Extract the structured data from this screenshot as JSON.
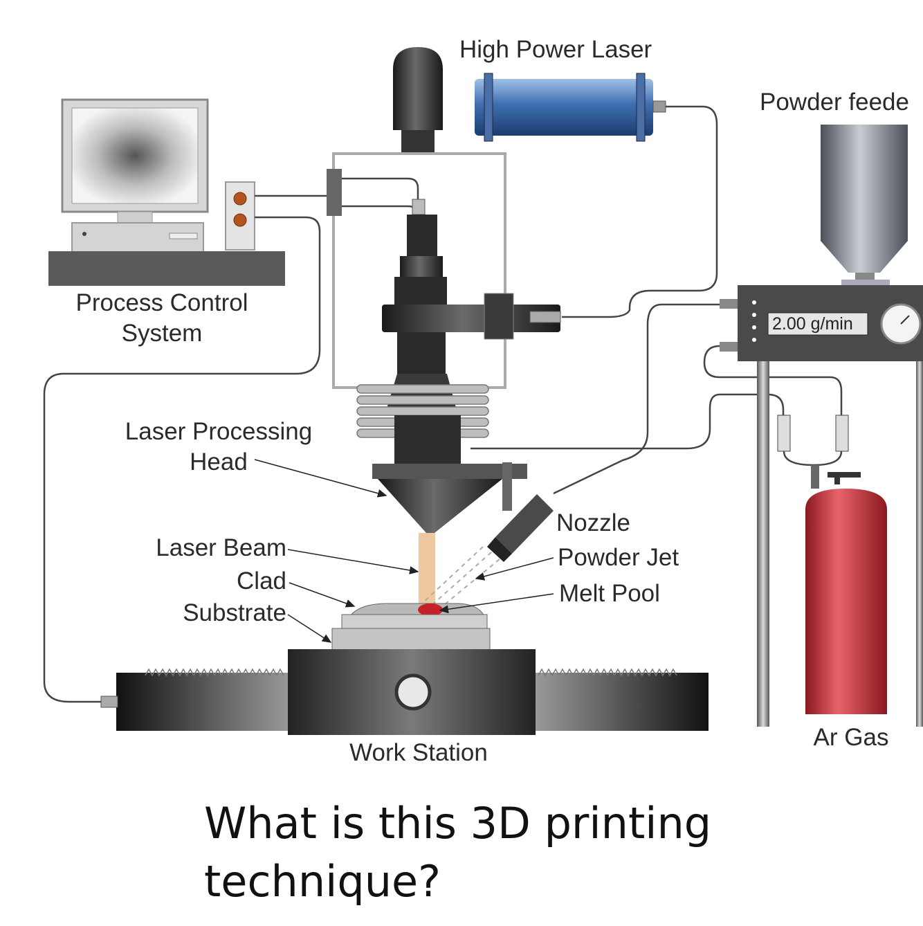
{
  "labels": {
    "high_power_laser": "High Power Laser",
    "powder_feeder": "Powder feede",
    "process_control_line1": "Process Control",
    "process_control_line2": "System",
    "laser_processing_head_line1": "Laser Processing",
    "laser_processing_head_line2": "Head",
    "laser_beam": "Laser Beam",
    "clad": "Clad",
    "substrate": "Substrate",
    "nozzle": "Nozzle",
    "powder_jet": "Powder Jet",
    "melt_pool": "Melt Pool",
    "work_station": "Work Station",
    "ar_gas": "Ar Gas",
    "flow_rate": "2.00 g/min"
  },
  "question": {
    "line1": "What is this 3D printing",
    "line2": "technique?"
  },
  "colors": {
    "laser_tube": "#3f6fb0",
    "gas_cylinder": "#c8323a",
    "dark_metal": "#2b2b2b",
    "laser_beam": "#f0c8a0",
    "melt_pool": "#c8202a"
  }
}
